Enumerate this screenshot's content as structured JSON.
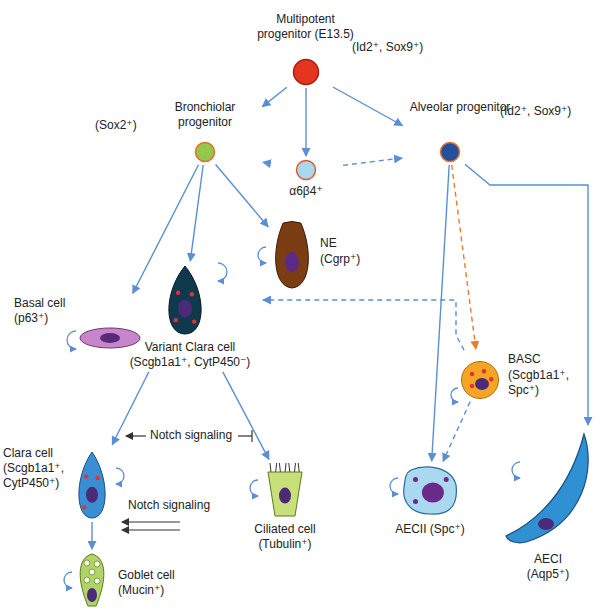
{
  "diagram": {
    "nodes": [
      {
        "text": [
          "Multipotent progenitor (E13.5)",
          "(Id2⁺, Sox9⁺)"
        ]
      },
      {
        "text": [
          "Bronchiolar progenitor",
          "(Sox2⁺)"
        ]
      },
      {
        "text": [
          "α6β4⁺"
        ]
      },
      {
        "text": [
          "Alveolar progenitor",
          "(Id2⁺, Sox9⁺)"
        ]
      },
      {
        "text": [
          "Basal cell (p63⁺)"
        ]
      },
      {
        "text": [
          "NE",
          "(Cgrp⁺)"
        ]
      },
      {
        "text": [
          "Variant Clara cell (Scgb1a1⁺, CytP450⁻)"
        ]
      },
      {
        "text": [
          "BASC",
          "(Scgb1a1⁺, Spc⁺)"
        ]
      },
      {
        "text": [
          "Clara cell (Scgb1a1⁺, CytP450⁺)"
        ]
      },
      {
        "text": [
          "Ciliated cell (Tubulin⁺)"
        ]
      },
      {
        "text": [
          "AECII (Spc⁺)"
        ]
      },
      {
        "text": [
          "AECI (Aqp5⁺)"
        ]
      },
      {
        "text": [
          "Goblet cell (Mucin⁺)"
        ]
      }
    ],
    "edges": [
      {
        "from": 0,
        "to": 1,
        "arrow": "to"
      },
      {
        "from": 0,
        "to": 2,
        "arrow": "to"
      },
      {
        "from": 0,
        "to": 3,
        "arrow": "to"
      },
      {
        "from": 2,
        "to": 1,
        "arrow": "to"
      },
      {
        "from": 2,
        "to": 3,
        "arrow": "to"
      },
      {
        "from": 1,
        "to": 4,
        "arrow": "to"
      },
      {
        "from": 1,
        "to": 6,
        "arrow": "to"
      },
      {
        "from": 1,
        "to": 5,
        "arrow": "to"
      },
      {
        "from": 3,
        "to": 7,
        "arrow": "to"
      },
      {
        "from": 7,
        "to": 6,
        "arrow": "to"
      },
      {
        "from": 3,
        "to": 10,
        "arrow": "to"
      },
      {
        "from": 7,
        "to": 10,
        "arrow": "to"
      },
      {
        "from": 3,
        "to": 11,
        "arrow": "to"
      },
      {
        "from": 6,
        "to": 8,
        "arrow": "to"
      },
      {
        "from": 6,
        "to": 9,
        "arrow": "to"
      },
      {
        "from": 8,
        "to": 12,
        "arrow": "to"
      }
    ],
    "labels": [
      "Notch signaling",
      "Notch signaling"
    ]
  }
}
